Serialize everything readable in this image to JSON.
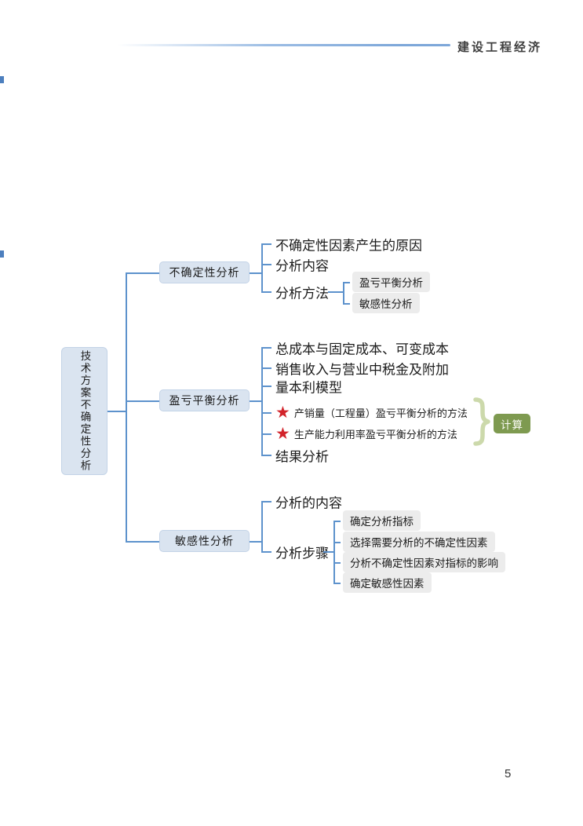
{
  "header": {
    "title": "建设工程经济"
  },
  "footer": {
    "page_number": "5"
  },
  "mindmap": {
    "root_label": "技术方案不确定性分析",
    "branches": [
      {
        "label": "不确定性分析",
        "children": [
          "不确定性因素产生的原因",
          "分析内容",
          "分析方法"
        ],
        "methods": [
          "盈亏平衡分析",
          "敏感性分析"
        ]
      },
      {
        "label": "盈亏平衡分析",
        "children": [
          "总成本与固定成本、可变成本",
          "销售收入与营业中税金及附加",
          "量本利模型",
          "产销量（工程量）盈亏平衡分析的方法",
          "生产能力利用率盈亏平衡分析的方法",
          "结果分析"
        ],
        "callout": "计算"
      },
      {
        "label": "敏感性分析",
        "children": [
          "分析的内容",
          "分析步骤"
        ],
        "steps": [
          "确定分析指标",
          "选择需要分析的不确定性因素",
          "分析不确定性因素对指标的影响",
          "确定敏感性因素"
        ]
      }
    ],
    "colors": {
      "node_fill": "#dae4f0",
      "node_border": "#c3d3e7",
      "leaf_fill": "#ececec",
      "connector_blue": "#5d92cc",
      "star_red": "#d2232a",
      "callout_fill": "#7e9a50",
      "bracket_green": "#ccd9ab",
      "header_accent": "#7da7d9"
    }
  }
}
